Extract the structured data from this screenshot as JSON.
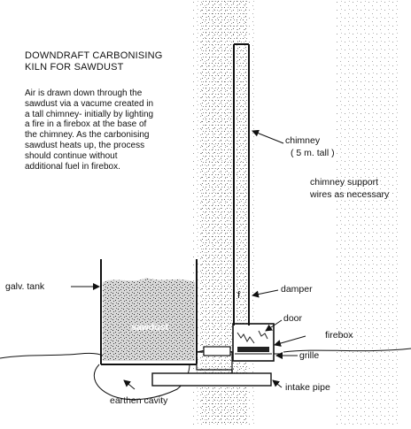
{
  "title": {
    "line1": "DOWNDRAFT CARBONISING",
    "line2": "KILN FOR SAWDUST"
  },
  "description": [
    "Air is drawn down through the",
    "sawdust via a vacume created in",
    "a tall chimney- initially by lighting",
    "a fire in a firebox at the base of",
    "the chimney. As the carbonising",
    "sawdust heats up, the process",
    "should continue without",
    "additional fuel in firebox."
  ],
  "labels": {
    "chimney": "chimney",
    "chimney_height": "( 5 m. tall )",
    "support_line1": "chimney support",
    "support_line2": "wires as necessary",
    "galv_tank": "galv. tank",
    "sawdust": "sawdust",
    "damper": "damper",
    "door": "door",
    "firebox": "firebox",
    "grille": "grille",
    "intake_pipe": "intake pipe",
    "earthen_cavity": "earthen cavity",
    "damper_mark": "f"
  }
}
